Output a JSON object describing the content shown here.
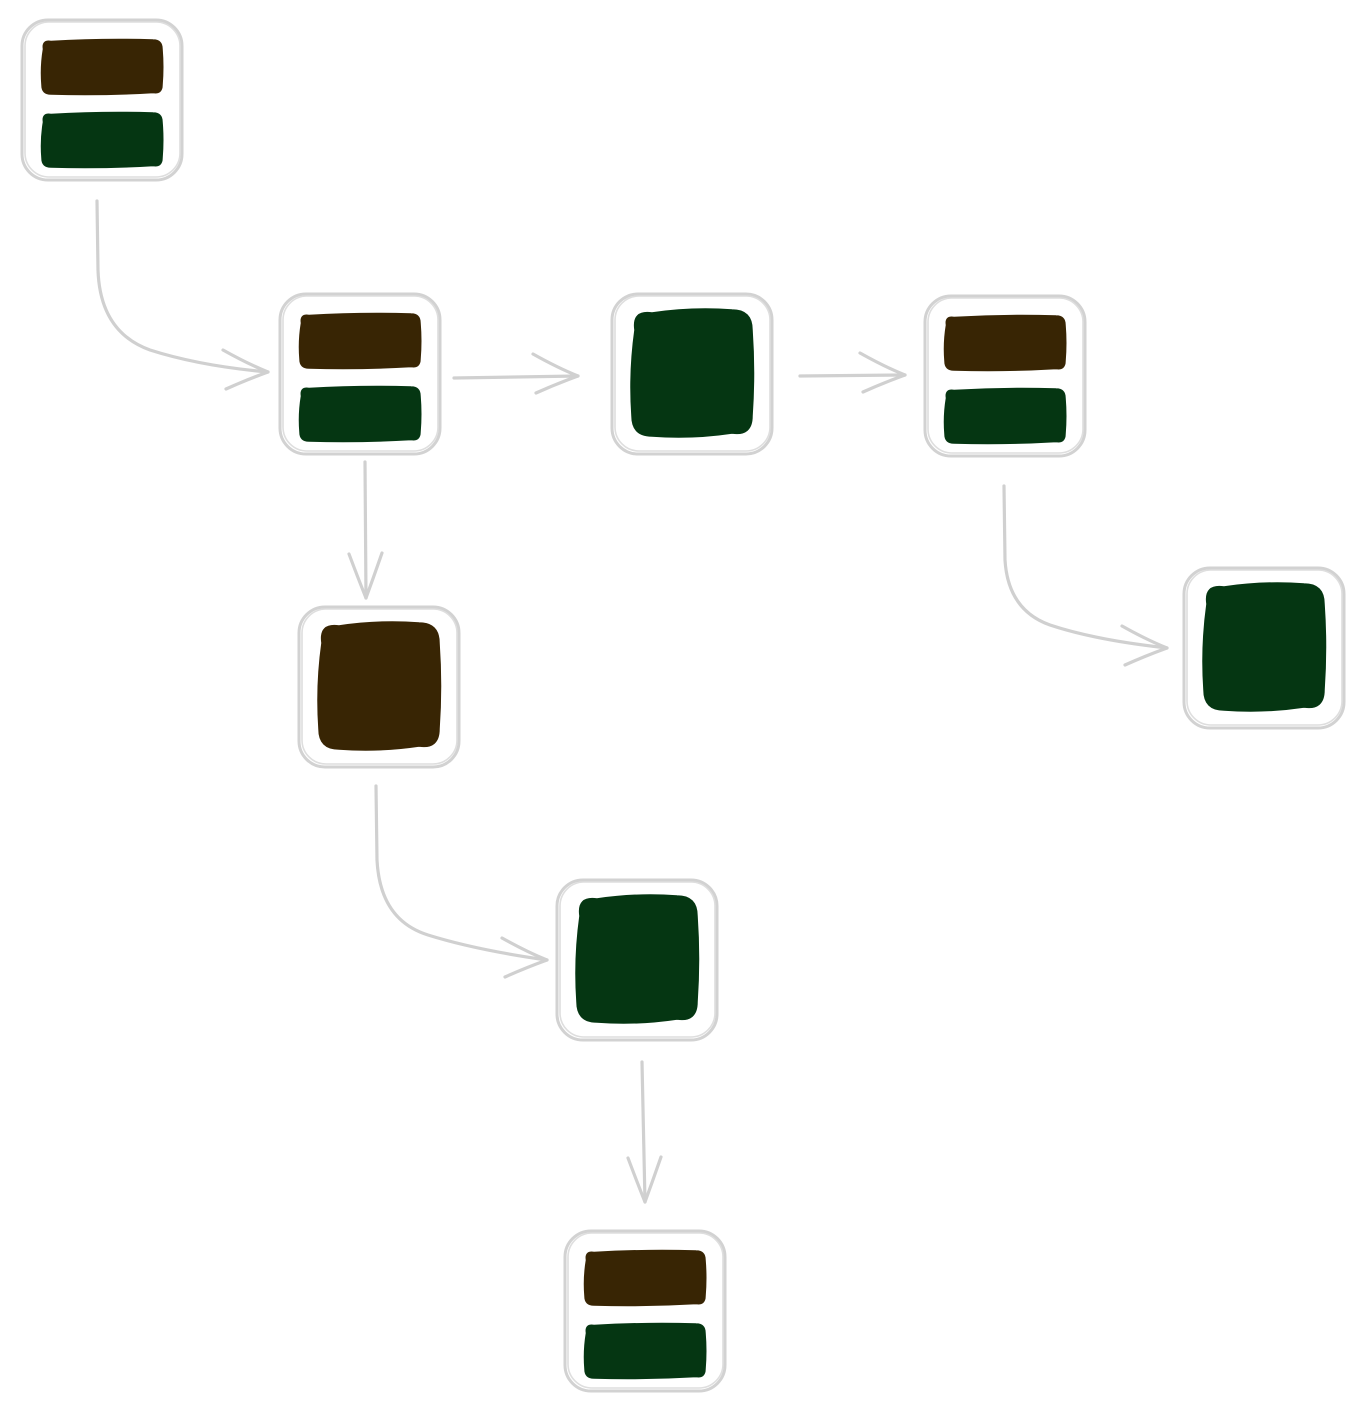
{
  "diagram": {
    "palette": {
      "brown": "#382504",
      "green": "#053612",
      "frame_stroke": "#d2d2d2",
      "edge_stroke": "#d0d0d0",
      "background": "#ffffff"
    },
    "nodes": [
      {
        "id": "n1",
        "kind": "split",
        "top_color": "brown",
        "bottom_color": "green"
      },
      {
        "id": "n2",
        "kind": "split",
        "top_color": "brown",
        "bottom_color": "green"
      },
      {
        "id": "n3",
        "kind": "solid",
        "color": "green"
      },
      {
        "id": "n4",
        "kind": "split",
        "top_color": "brown",
        "bottom_color": "green"
      },
      {
        "id": "n5",
        "kind": "solid",
        "color": "brown"
      },
      {
        "id": "n6",
        "kind": "solid",
        "color": "green"
      },
      {
        "id": "n7",
        "kind": "solid",
        "color": "green"
      },
      {
        "id": "n8",
        "kind": "split",
        "top_color": "brown",
        "bottom_color": "green"
      }
    ],
    "edges": [
      {
        "from": "n1",
        "to": "n2"
      },
      {
        "from": "n2",
        "to": "n3"
      },
      {
        "from": "n3",
        "to": "n4"
      },
      {
        "from": "n2",
        "to": "n5"
      },
      {
        "from": "n4",
        "to": "n6"
      },
      {
        "from": "n5",
        "to": "n7"
      },
      {
        "from": "n7",
        "to": "n8"
      }
    ]
  }
}
